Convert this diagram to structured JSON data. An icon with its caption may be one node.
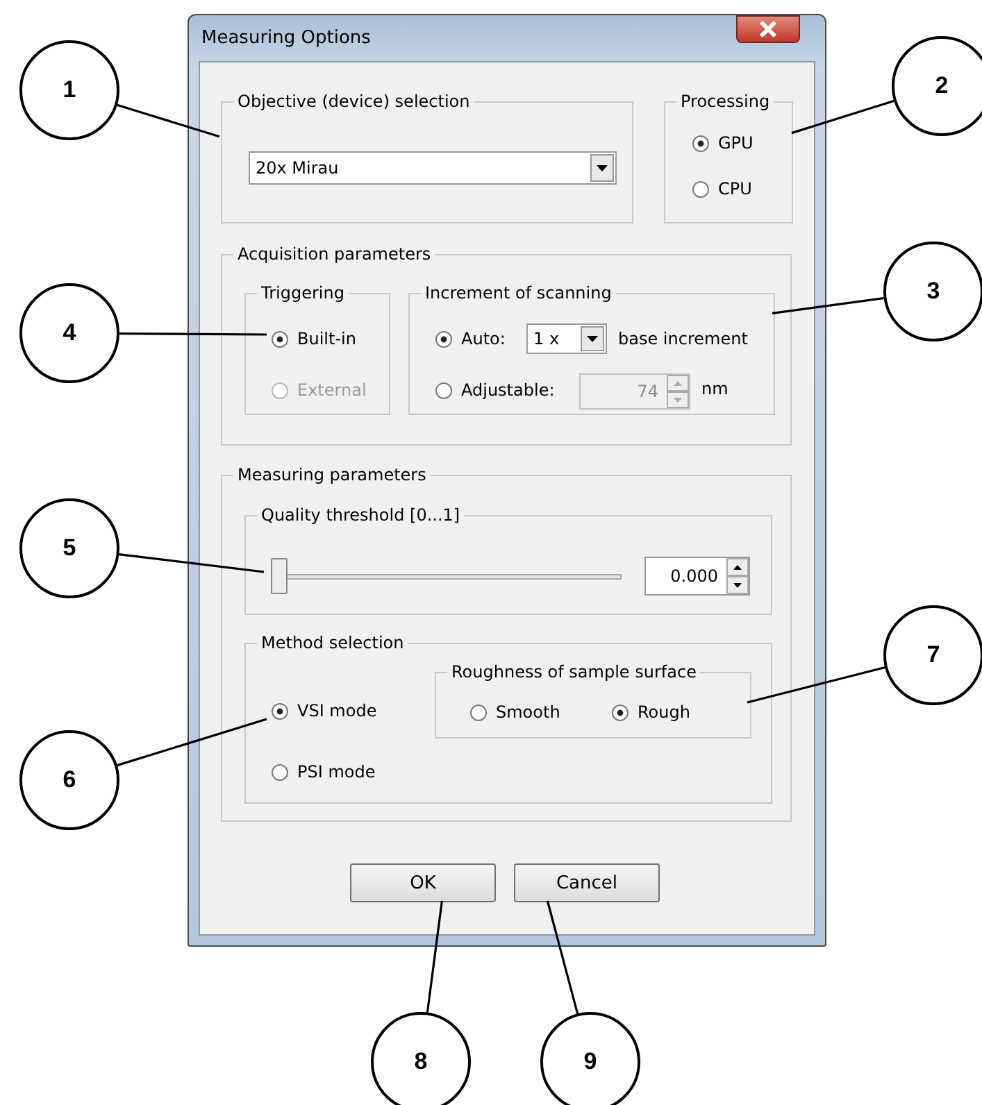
{
  "diagram": {
    "nodes": [
      {
        "text": [
          "Measuring Options"
        ]
      },
      {
        "text": [
          "Objective (device) selection"
        ],
        "in": 0
      },
      {
        "text": [
          "20x Mirau"
        ],
        "in": 1
      },
      {
        "text": [
          "Processing"
        ],
        "in": 0
      },
      {
        "text": [
          "GPU"
        ],
        "in": 3
      },
      {
        "text": [
          "CPU"
        ],
        "in": 3
      },
      {
        "text": [
          "Acquisition parameters"
        ],
        "in": 0
      },
      {
        "text": [
          "Triggering"
        ],
        "in": 6
      },
      {
        "text": [
          "Built-in"
        ],
        "in": 7
      },
      {
        "text": [
          "External"
        ],
        "in": 7
      },
      {
        "text": [
          "Increment of scanning"
        ],
        "in": 6
      },
      {
        "text": [
          "Auto:"
        ],
        "in": 10
      },
      {
        "text": [
          "1 x"
        ],
        "in": 10,
        "beside": [
          "base increment"
        ]
      },
      {
        "text": [
          "Adjustable:"
        ],
        "in": 10
      },
      {
        "text": [
          "74"
        ],
        "in": 10,
        "beside": [
          "nm"
        ]
      },
      {
        "text": [
          "Measuring parameters"
        ],
        "in": 0
      },
      {
        "text": [
          "Quality threshold [0...1]"
        ],
        "in": 15
      },
      {
        "text": [],
        "shape": "slider",
        "in": 16
      },
      {
        "text": [
          "0.000"
        ],
        "in": 16
      },
      {
        "text": [
          "Method selection"
        ],
        "in": 15
      },
      {
        "text": [
          "VSI mode"
        ],
        "in": 19
      },
      {
        "text": [
          "PSI mode"
        ],
        "in": 19
      },
      {
        "text": [
          "Roughness of sample surface"
        ],
        "in": 19
      },
      {
        "text": [
          "Smooth"
        ],
        "in": 22
      },
      {
        "text": [
          "Rough"
        ],
        "in": 22
      },
      {
        "text": [
          "OK"
        ],
        "in": 0
      },
      {
        "text": [
          "Cancel"
        ],
        "in": 0
      },
      {
        "text": [
          "1"
        ]
      },
      {
        "text": [
          "2"
        ]
      },
      {
        "text": [
          "3"
        ]
      },
      {
        "text": [
          "4"
        ]
      },
      {
        "text": [
          "5"
        ]
      },
      {
        "text": [
          "6"
        ]
      },
      {
        "text": [
          "7"
        ]
      },
      {
        "text": [
          "8"
        ]
      },
      {
        "text": [
          "9"
        ]
      }
    ],
    "edges": [
      {
        "from": 27,
        "to": 1,
        "arrow": "none"
      },
      {
        "from": 28,
        "to": 3,
        "arrow": "none"
      },
      {
        "from": 29,
        "to": 10,
        "arrow": "none"
      },
      {
        "from": 30,
        "to": 8,
        "arrow": "none"
      },
      {
        "from": 31,
        "to": 17,
        "arrow": "none"
      },
      {
        "from": 32,
        "to": 20,
        "arrow": "none"
      },
      {
        "from": 33,
        "to": 22,
        "arrow": "none"
      },
      {
        "from": 34,
        "to": 25,
        "arrow": "none"
      },
      {
        "from": 35,
        "to": 26,
        "arrow": "none"
      }
    ]
  }
}
